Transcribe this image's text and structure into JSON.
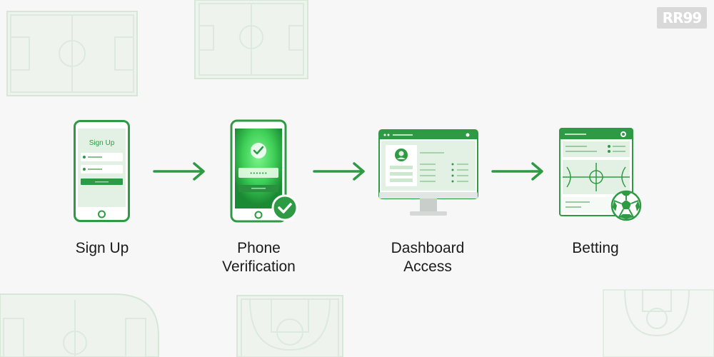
{
  "brand": {
    "logo_text": "RR99"
  },
  "colors": {
    "accent": "#2e9a44",
    "accent_light": "#d7ecd9",
    "field_lines": "#dfe9df"
  },
  "steps": [
    {
      "label": "Sign Up",
      "icon": "phone-signup-icon",
      "screen_title": "Sign Up"
    },
    {
      "label": "Phone Verification",
      "icon": "phone-verification-icon",
      "code_mask": "••••••"
    },
    {
      "label": "Dashboard Access",
      "icon": "monitor-dashboard-icon"
    },
    {
      "label": "Betting",
      "icon": "betting-app-icon"
    }
  ]
}
